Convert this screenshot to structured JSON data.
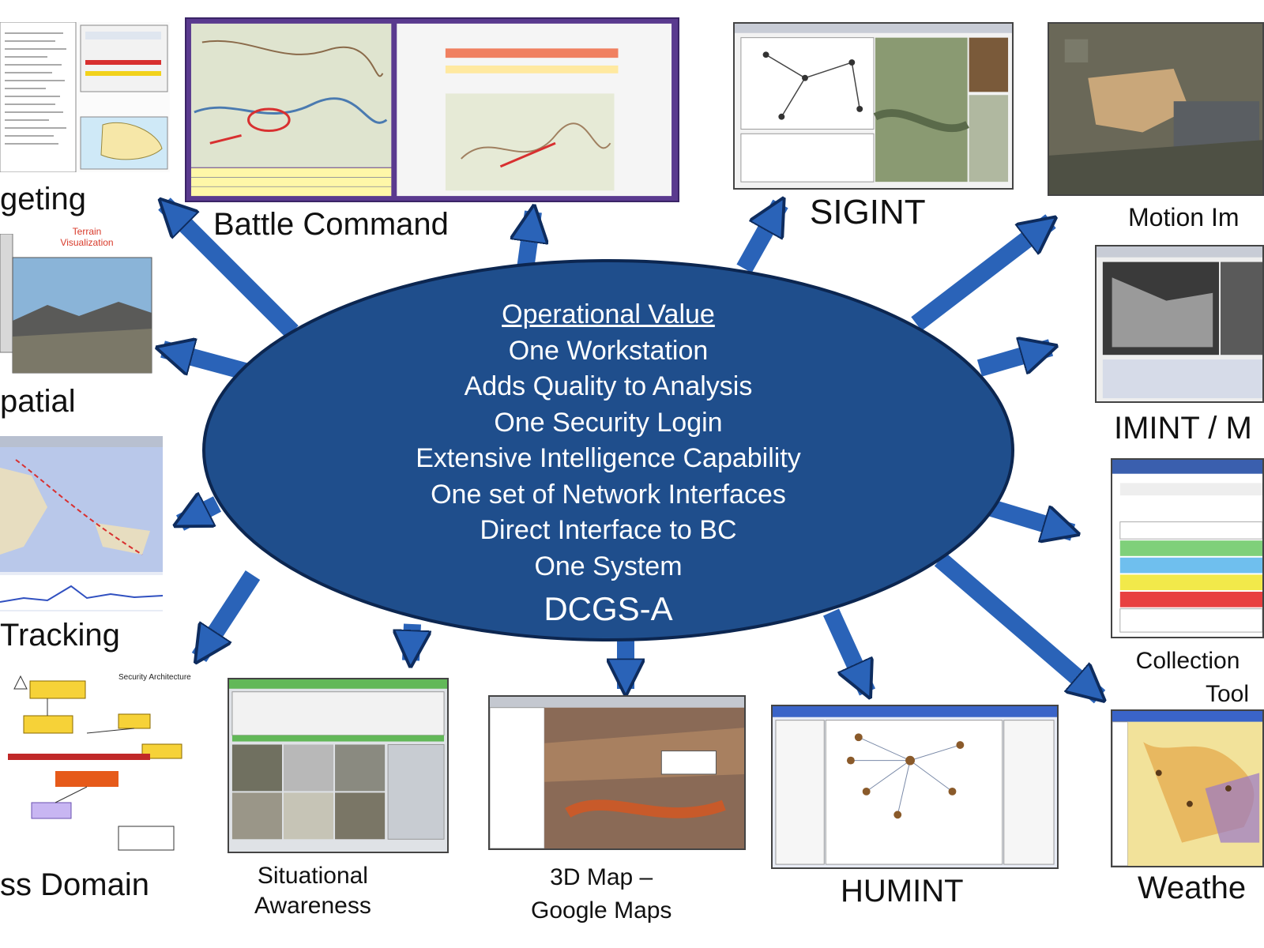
{
  "hub": {
    "heading": "Operational Value",
    "lines": [
      "One Workstation",
      "Adds Quality to Analysis",
      "One Security Login",
      "Extensive Intelligence Capability",
      "One set of Network Interfaces",
      "Direct Interface to BC",
      "One System"
    ],
    "name": "DCGS-A"
  },
  "labels": {
    "targeting": "geting",
    "battle_command": "Battle Command",
    "sigint": "SIGINT",
    "motion_imagery": "Motion Im",
    "geospatial": "patial",
    "imint": "IMINT / M",
    "tracking": "Tracking",
    "collection_line1": "Collection",
    "collection_line2": "Tool",
    "cross_domain": "ss Domain",
    "situational_line1": "Situational",
    "situational_line2": "Awareness",
    "map3d_line1": "3D Map –",
    "map3d_line2": "Google Maps",
    "humint": "HUMINT",
    "weather": "Weathe"
  },
  "thumbnails": {
    "terrain_caption_line1": "Terrain",
    "terrain_caption_line2": "Visualization",
    "cross_domain_caption": "Security Architecture"
  },
  "colors": {
    "hub_fill": "#1f4e8c",
    "arrow_fill": "#2a63b8",
    "arrow_stroke": "#0e2c5e",
    "label_text": "#111111"
  }
}
